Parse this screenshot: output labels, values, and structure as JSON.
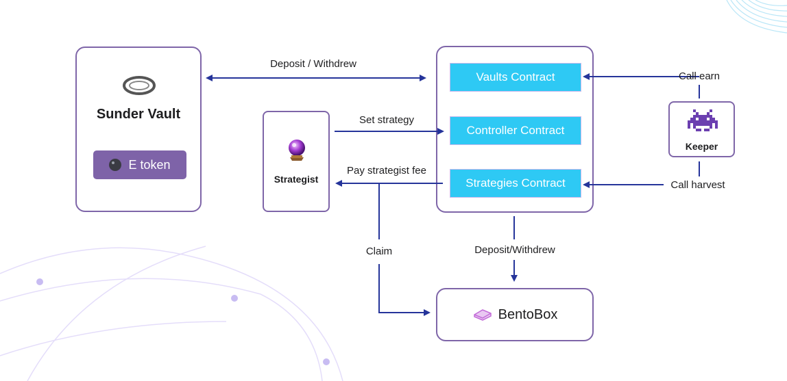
{
  "colors": {
    "border": "#7e65a8",
    "contract": "#2ec9f4",
    "arrow": "#25349a",
    "token": "#7e63a8"
  },
  "vault": {
    "title": "Sunder Vault",
    "token_label": "E token",
    "icon": "sunder-logo-icon"
  },
  "strategist": {
    "title": "Strategist",
    "icon": "crystal-ball-icon"
  },
  "contracts": {
    "vaults": "Vaults Contract",
    "controller": "Controller Contract",
    "strategies": "Strategies Contract"
  },
  "keeper": {
    "title": "Keeper",
    "icon": "space-invader-icon"
  },
  "bentobox": {
    "title": "BentoBox",
    "icon": "bento-icon"
  },
  "edges": {
    "deposit_withdrew": "Deposit / Withdrew",
    "set_strategy": "Set strategy",
    "pay_fee": "Pay strategist fee",
    "call_earn": "Call earn",
    "call_harvest": "Call harvest",
    "claim": "Claim",
    "deposit_withdrew_bento": "Deposit/Withdrew"
  }
}
